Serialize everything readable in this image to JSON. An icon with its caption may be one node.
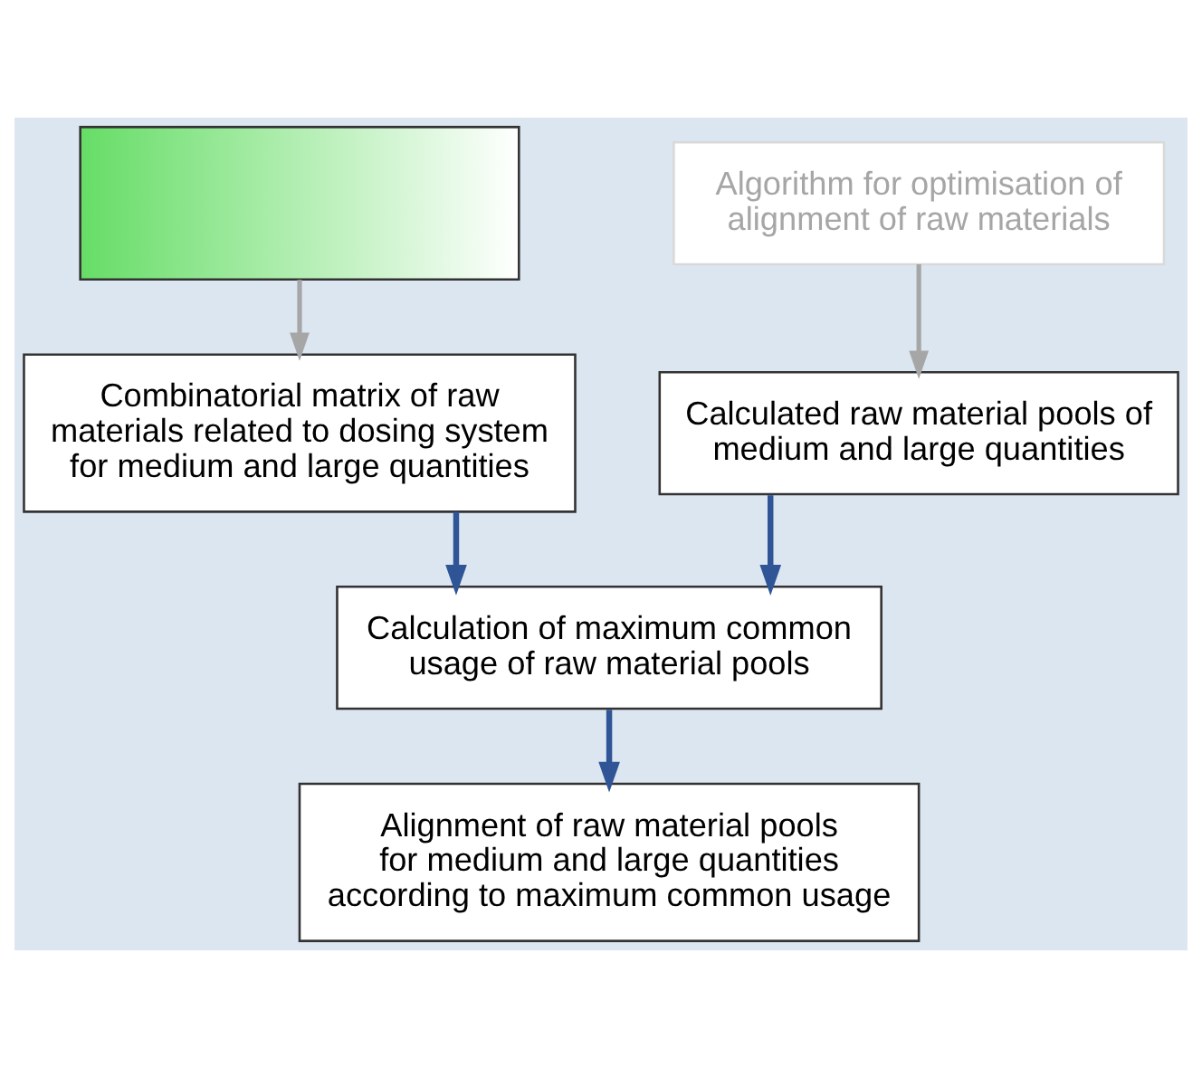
{
  "diagram": {
    "nodes": [
      {
        "text": [],
        "shape": "picture"
      },
      {
        "text": [
          "Algorithm for optimisation of alignment of raw materials"
        ]
      },
      {
        "text": [
          "Combinatorial matrix of raw materials related to dosing system for medium and large quantities"
        ]
      },
      {
        "text": [
          "Calculated raw material pools of medium and large quantities"
        ]
      },
      {
        "text": [
          "Calculation of maximum common usage of raw material pools"
        ]
      },
      {
        "text": [
          "Alignment of raw material pools for medium and large quantities according to maximum common usage"
        ]
      }
    ],
    "edges": [
      {
        "from": 0,
        "to": 2,
        "arrow": "to",
        "color": "#a6a6a6"
      },
      {
        "from": 1,
        "to": 3,
        "arrow": "to",
        "color": "#a6a6a6"
      },
      {
        "from": 2,
        "to": 4,
        "arrow": "to"
      },
      {
        "from": 3,
        "to": 4,
        "arrow": "to"
      },
      {
        "from": 4,
        "to": 5,
        "arrow": "to"
      }
    ]
  }
}
